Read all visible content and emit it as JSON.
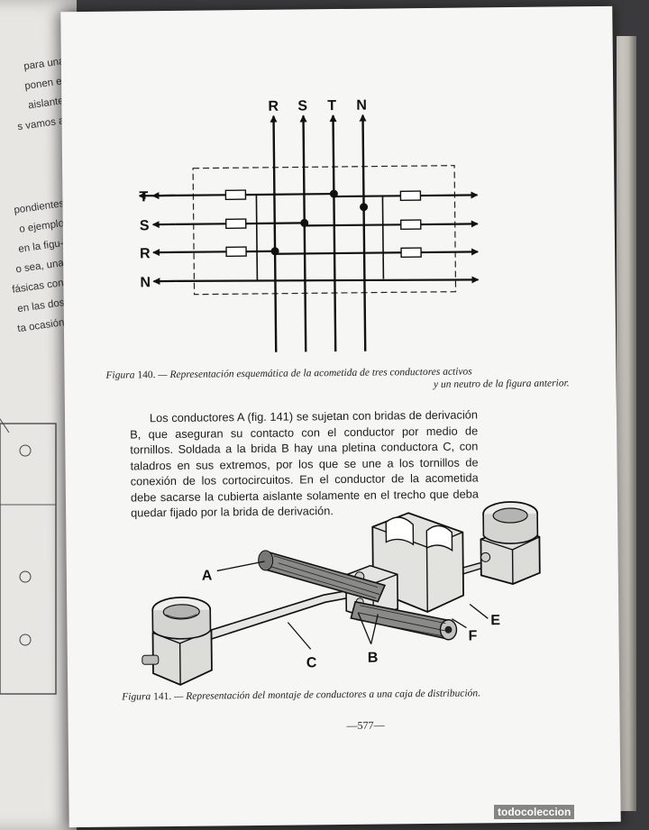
{
  "document": {
    "page_number": "—577—",
    "watermark": "todocoleccion"
  },
  "figure_140": {
    "vertical_labels": [
      "R",
      "S",
      "T",
      "N"
    ],
    "horizontal_labels": [
      "T",
      "S",
      "R",
      "N"
    ],
    "caption_prefix": "Figura",
    "caption_number": "140.",
    "caption_line1": "— Representación esquemática de la acometida de tres conductores activos",
    "caption_line2": "y un neutro de la figura anterior."
  },
  "body": {
    "paragraph": "Los conductores A (fig. 141) se sujetan con bridas de derivación B, que aseguran su contacto con el conductor por medio de tornillos. Soldada a la brida B hay una pletina conductora C, con taladros en sus extremos, por los que se une a los tornillos de conexión de los cortocircuitos. En el conductor de la acometida debe sacarse la cubierta aislante solamente en el trecho que deba quedar fijado por la brida de derivación."
  },
  "figure_141": {
    "labels": {
      "a": "A",
      "b": "B",
      "c": "C",
      "e": "E",
      "f": "F"
    },
    "caption_prefix": "Figura",
    "caption_number": "141.",
    "caption_text": "— Representación del montaje de conductores a una caja de distribución."
  },
  "previous_page": {
    "lines": [
      "para una",
      "ponen el",
      "aislante",
      "s vamos a",
      "pondientes",
      "o ejemplo",
      "en la figu-",
      "o sea, una",
      "fásicas con",
      "en las dos",
      "ta ocasión"
    ]
  },
  "colors": {
    "page": "#f6f6f4",
    "ink": "#1d1d1d",
    "background": "#3a3a3c"
  }
}
